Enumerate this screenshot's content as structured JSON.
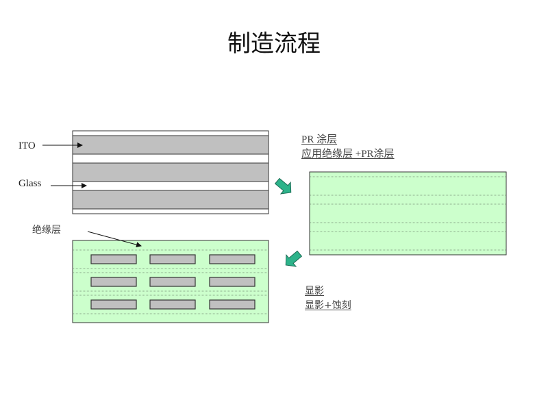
{
  "title": "制造流程",
  "labels": {
    "ito": "ITO",
    "glass": "Glass",
    "insulation": "绝缘层"
  },
  "steps": {
    "pr_coating": {
      "line1": "PR 涂层",
      "line2": "应用绝缘层 +PR涂层"
    },
    "develop": {
      "line1": "显影",
      "line2": "显影+蚀刻"
    }
  },
  "colors": {
    "ito_gray": "#c0c0c0",
    "glass_white": "#ffffff",
    "pr_green": "#ccffcc",
    "arrow_teal": "#2db38a",
    "outline": "#333333"
  },
  "icons": [
    "step-arrow-icon",
    "step-arrow-icon"
  ]
}
